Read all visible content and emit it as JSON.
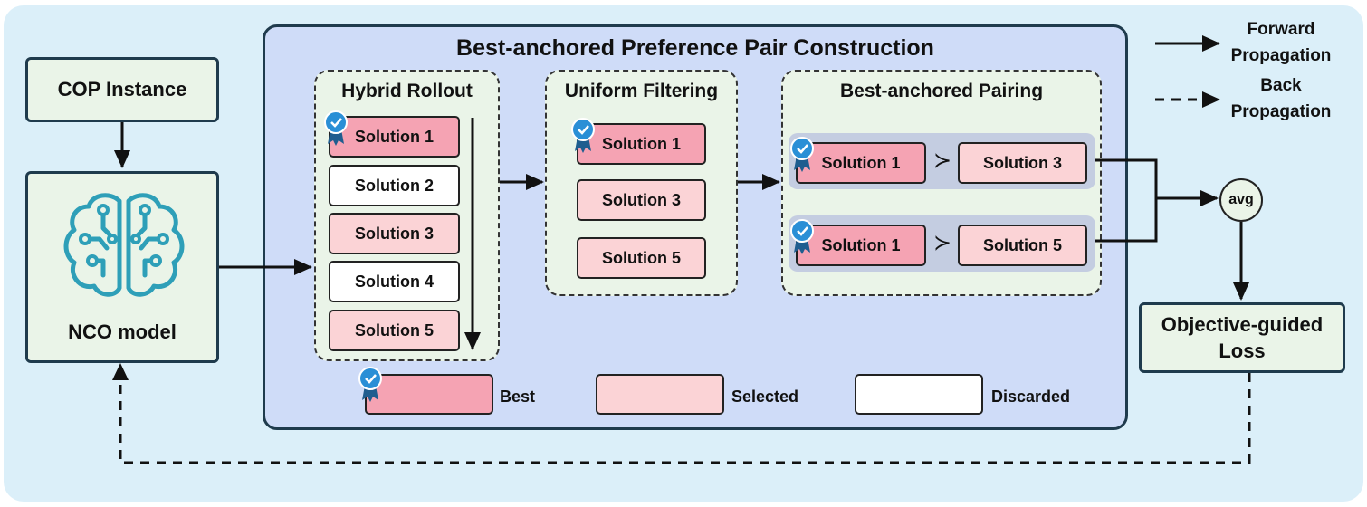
{
  "inputs": {
    "cop_instance": "COP Instance",
    "nco_model": "NCO model"
  },
  "main": {
    "title": "Best-anchored Preference Pair Construction",
    "hybrid_rollout": {
      "title": "Hybrid Rollout",
      "solutions": [
        {
          "label": "Solution 1",
          "status": "best"
        },
        {
          "label": "Solution 2",
          "status": "discarded"
        },
        {
          "label": "Solution 3",
          "status": "selected"
        },
        {
          "label": "Solution 4",
          "status": "discarded"
        },
        {
          "label": "Solution 5",
          "status": "selected"
        }
      ]
    },
    "uniform_filtering": {
      "title": "Uniform Filtering",
      "solutions": [
        {
          "label": "Solution 1",
          "status": "best"
        },
        {
          "label": "Solution 3",
          "status": "selected"
        },
        {
          "label": "Solution 5",
          "status": "selected"
        }
      ]
    },
    "pairing": {
      "title": "Best-anchored Pairing",
      "relation_symbol": "≻",
      "pairs": [
        {
          "left": "Solution 1",
          "right": "Solution 3"
        },
        {
          "left": "Solution 1",
          "right": "Solution 5"
        }
      ]
    },
    "legend": {
      "best": "Best",
      "selected": "Selected",
      "discarded": "Discarded"
    }
  },
  "aggregate": {
    "avg": "avg"
  },
  "loss": {
    "label": "Objective-guided Loss"
  },
  "arrow_legend": {
    "forward": [
      "Forward",
      "Propagation"
    ],
    "back": [
      "Back",
      "Propagation"
    ]
  },
  "colors": {
    "best": "#f5a3b3",
    "selected": "#fbd3d6",
    "discarded": "#ffffff",
    "panel": "#cfdcf8",
    "box": "#eaf4e8",
    "badge": "#2a8fd6"
  }
}
